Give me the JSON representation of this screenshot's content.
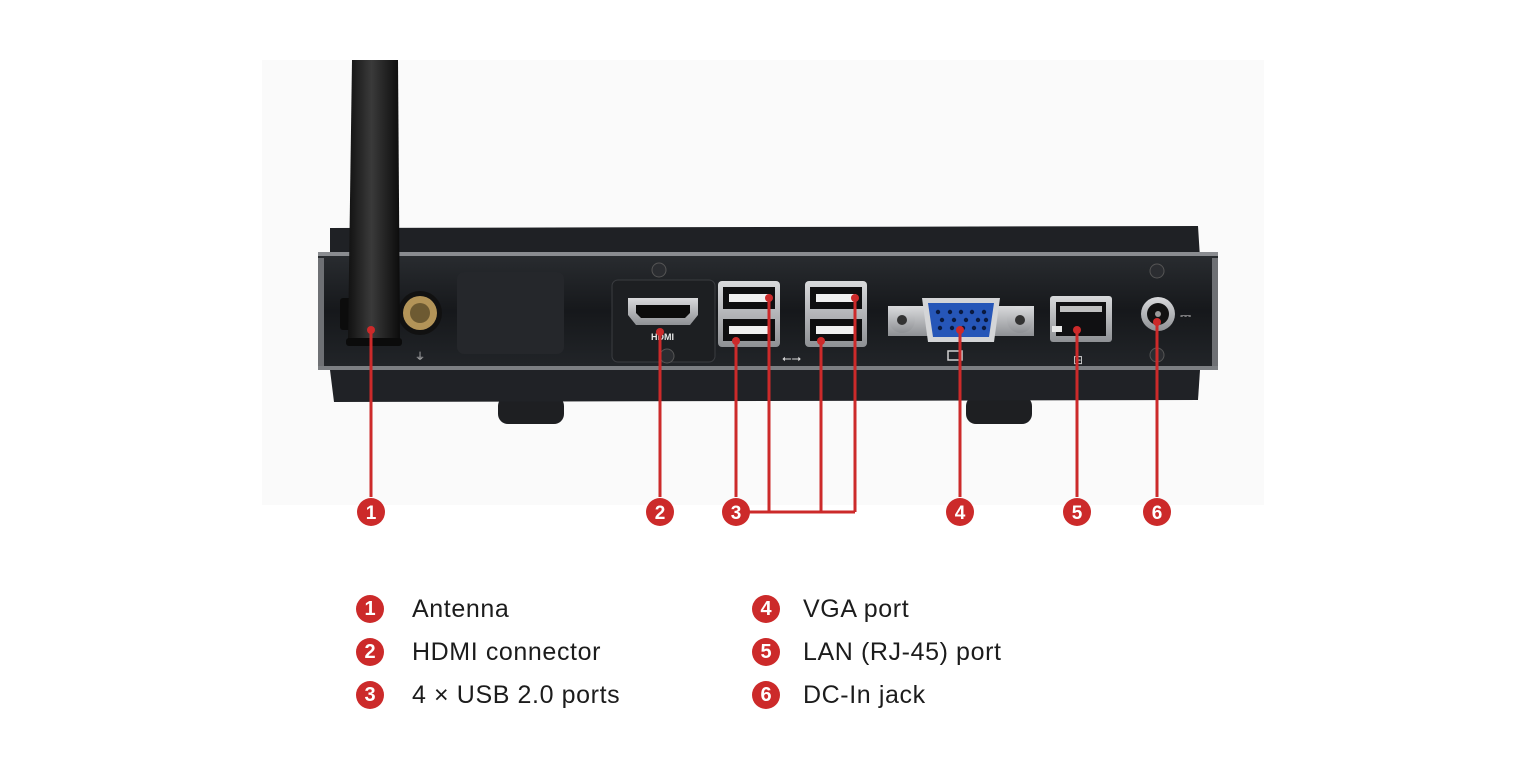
{
  "colors": {
    "accent": "#cc2a2a",
    "chassis": "#1b1d20",
    "vga_blue": "#2656b8"
  },
  "port_labels": {
    "hdmi": "HDMI"
  },
  "callouts": [
    {
      "number": "1",
      "label": "Antenna"
    },
    {
      "number": "2",
      "label": "HDMI connector"
    },
    {
      "number": "3",
      "label": "4 × USB 2.0 ports"
    },
    {
      "number": "4",
      "label": "VGA port"
    },
    {
      "number": "5",
      "label": "LAN (RJ-45) port"
    },
    {
      "number": "6",
      "label": "DC-In jack"
    }
  ]
}
